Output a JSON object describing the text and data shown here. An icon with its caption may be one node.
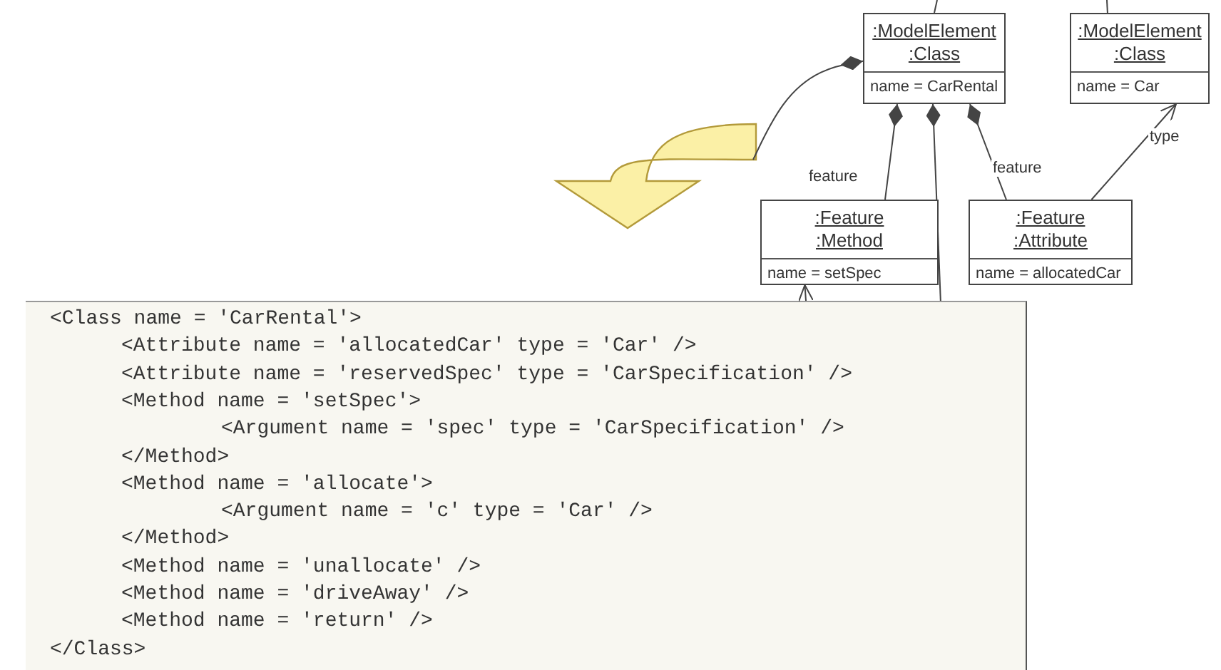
{
  "diagram": {
    "nodes": [
      {
        "text": [
          ":ModelElement :Class",
          "name = CarRental"
        ]
      },
      {
        "text": [
          ":ModelElement :Class",
          "name = Car"
        ]
      },
      {
        "text": [
          ":Feature :Method",
          "name = setSpec"
        ]
      },
      {
        "text": [
          ":Feature :Attribute",
          "name = allocatedCar"
        ]
      },
      {
        "text": [
          "<Class name = 'CarRental'>",
          "<Attribute name = 'allocatedCar' type = 'Car' />",
          "<Attribute name = 'reservedSpec' type = 'CarSpecification' />",
          "<Method name = 'setSpec'>",
          "<Argument name = 'spec' type = 'CarSpecification' />",
          "</Method>",
          "<Method name = 'allocate'>",
          "<Argument name = 'c' type = 'Car' />",
          "</Method>",
          "<Method name = 'unallocate' />",
          "<Method name = 'driveAway' />",
          "<Method name = 'return' />",
          "</Class>"
        ]
      }
    ],
    "edges": [
      {
        "from": 2,
        "to": 0,
        "arrow": "other",
        "label": "feature"
      },
      {
        "from": 4,
        "to": 0,
        "arrow": "other"
      },
      {
        "from": 3,
        "to": 0,
        "arrow": "other",
        "label": "feature"
      },
      {
        "from": 3,
        "to": 1,
        "arrow": "to",
        "label": "type"
      },
      {
        "from": null,
        "to": 0,
        "arrow": "other"
      },
      {
        "from": null,
        "to": 0,
        "arrow": "none"
      },
      {
        "from": null,
        "to": 1,
        "arrow": "none"
      },
      {
        "from": 4,
        "to": 2,
        "arrow": "to"
      }
    ]
  }
}
